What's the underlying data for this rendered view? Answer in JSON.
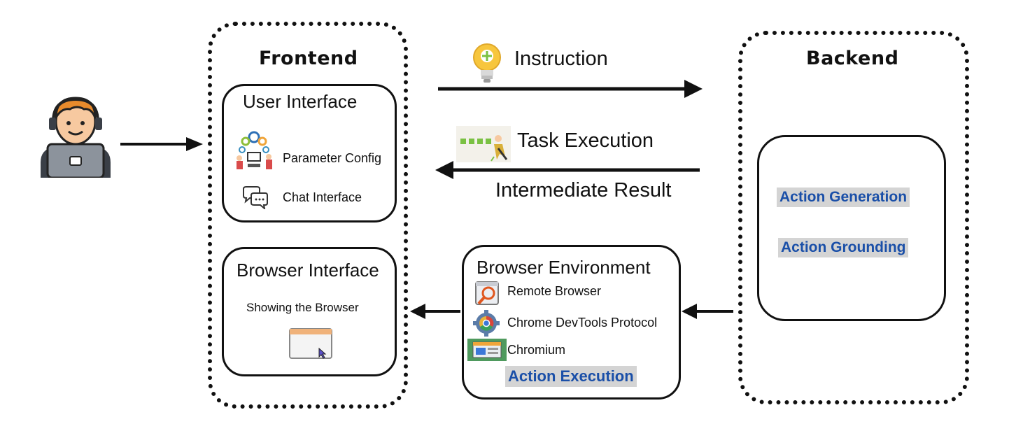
{
  "frontend": {
    "title": "Frontend",
    "user_interface": {
      "title": "User Interface",
      "items": [
        {
          "label": "Parameter Config",
          "icon": "parameter-config-icon"
        },
        {
          "label": "Chat Interface",
          "icon": "chat-bubbles-icon"
        }
      ]
    },
    "browser_interface": {
      "title": "Browser Interface",
      "subtitle": "Showing the Browser",
      "icon": "browser-window-icon"
    }
  },
  "backend": {
    "title": "Backend",
    "actions": [
      "Action Generation",
      "Action Grounding"
    ]
  },
  "browser_environment": {
    "title": "Browser Environment",
    "items": [
      {
        "label": "Remote Browser",
        "icon": "remote-browser-icon"
      },
      {
        "label": "Chrome DevTools Protocol",
        "icon": "gear-icon"
      },
      {
        "label": "Chromium",
        "icon": "chromium-window-icon"
      }
    ],
    "action": "Action Execution"
  },
  "flows": {
    "instruction": "Instruction",
    "task_execution": "Task Execution",
    "intermediate_result": "Intermediate Result"
  },
  "colors": {
    "highlight_text": "#1a4fa8",
    "highlight_bg": "#d4d4d4",
    "stroke": "#111111"
  }
}
